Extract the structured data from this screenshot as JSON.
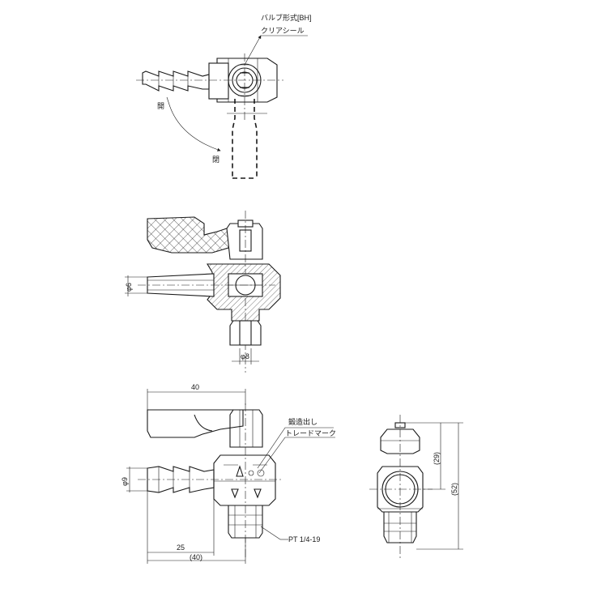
{
  "top_view": {
    "callout_line1": "バルブ形式[BH]",
    "callout_line2": "クリアシール",
    "open_label": "開",
    "close_label": "閉"
  },
  "section_view": {
    "dim_hose": "φ6",
    "dim_bore": "φ8"
  },
  "front_view": {
    "dim_top_width": "40",
    "callout_forged_line1": "鍛造出し",
    "callout_forged_line2": "トレードマーク",
    "dim_hose_dia": "φ9",
    "thread_label": "PT 1/4-19",
    "dim_bottom_25": "25",
    "dim_bottom_40": "(40)"
  },
  "side_view": {
    "dim_29": "(29)",
    "dim_52": "(52)"
  }
}
